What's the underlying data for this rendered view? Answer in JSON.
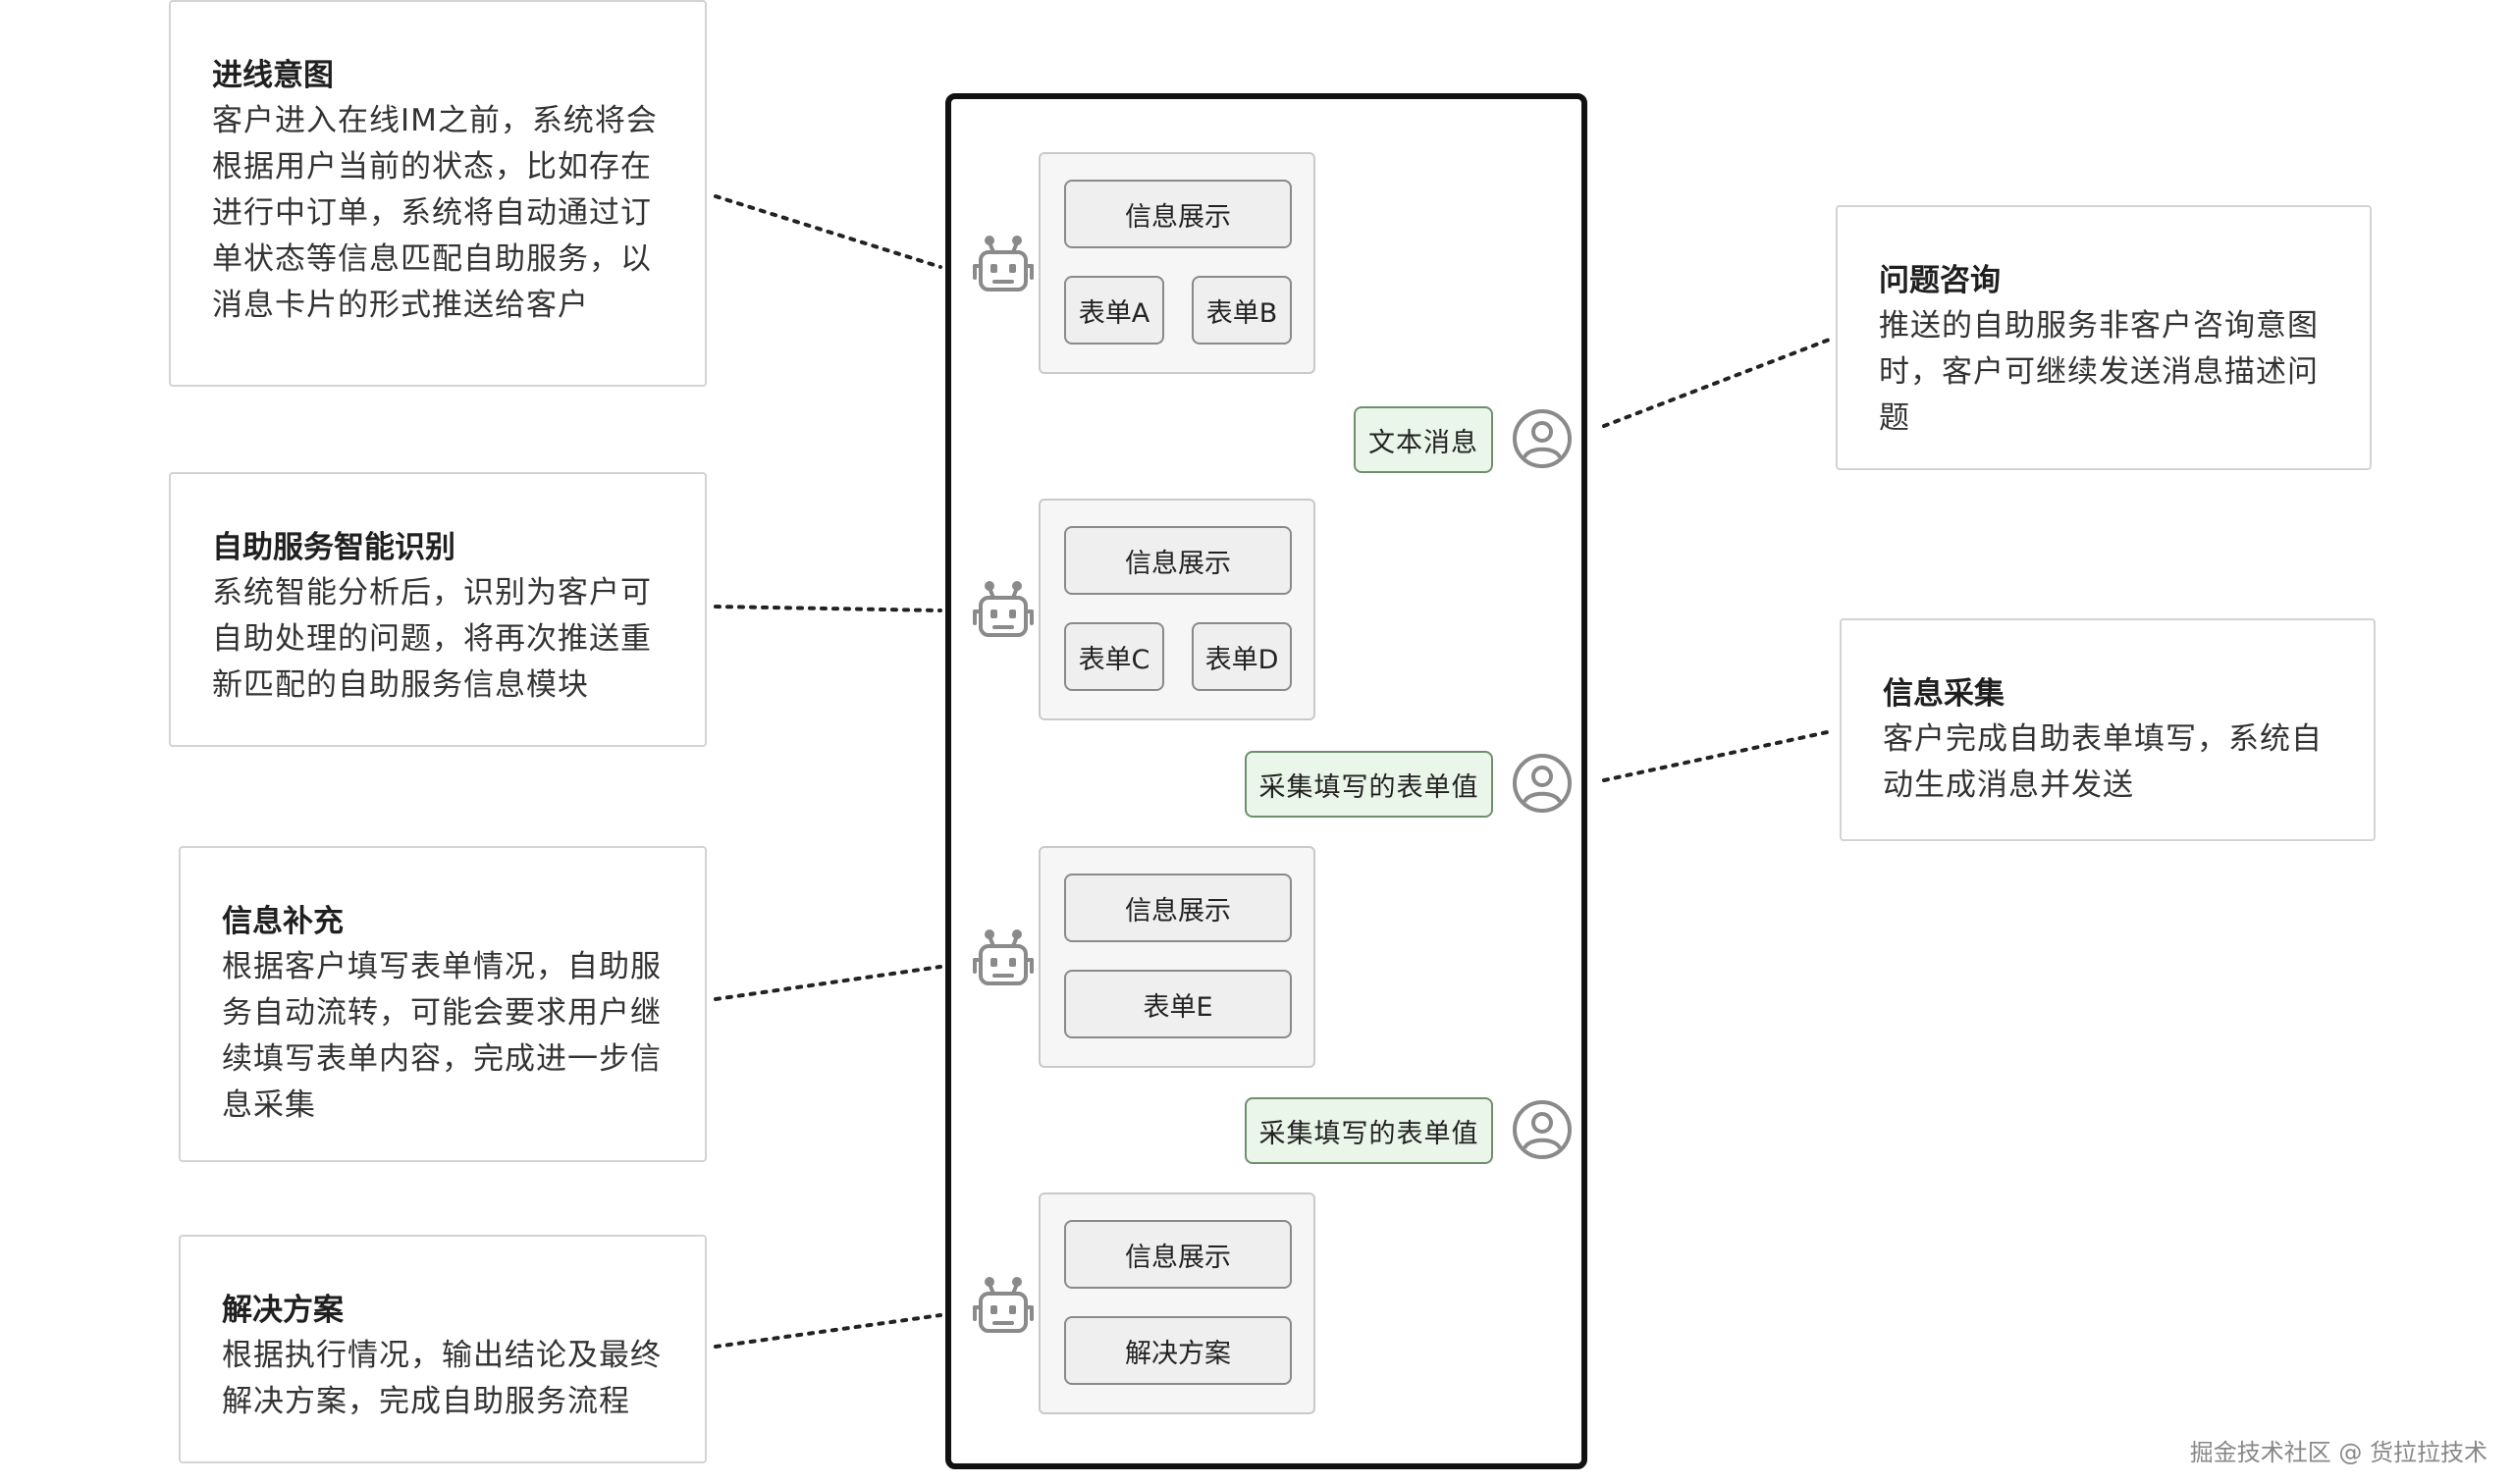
{
  "left_notes": [
    {
      "title": "进线意图",
      "body": "客户进入在线IM之前，系统将会\n根据用户当前的状态，比如存在\n进行中订单，系统将自动通过订\n单状态等信息匹配自助服务，以\n消息卡片的形式推送给客户"
    },
    {
      "title": "自助服务智能识别",
      "body": "系统智能分析后，识别为客户可\n自助处理的问题，将再次推送重\n新匹配的自助服务信息模块"
    },
    {
      "title": "信息补充",
      "body": "根据客户填写表单情况，自助服\n务自动流转，可能会要求用户继\n续填写表单内容，完成进一步信\n息采集"
    },
    {
      "title": "解决方案",
      "body": "根据执行情况，输出结论及最终\n解决方案，完成自助服务流程"
    }
  ],
  "right_notes": [
    {
      "title": "问题咨询",
      "body": "推送的自助服务非客户咨询意图\n时，客户可继续发送消息描述问\n题"
    },
    {
      "title": "信息采集",
      "body": "客户完成自助表单填写，系统自\n动生成消息并发送"
    }
  ],
  "bot_cards": [
    {
      "header": "信息展示",
      "buttons": [
        "表单A",
        "表单B"
      ]
    },
    {
      "header": "信息展示",
      "buttons": [
        "表单C",
        "表单D"
      ]
    },
    {
      "header": "信息展示",
      "buttons": [
        "表单E"
      ]
    },
    {
      "header": "信息展示",
      "buttons": [
        "解决方案"
      ]
    }
  ],
  "user_messages": [
    "文本消息",
    "采集填写的表单值",
    "采集填写的表单值"
  ],
  "icons": {
    "bot": "robot-icon",
    "user": "user-icon"
  },
  "watermark": "掘金技术社区 @ 货拉拉技术"
}
